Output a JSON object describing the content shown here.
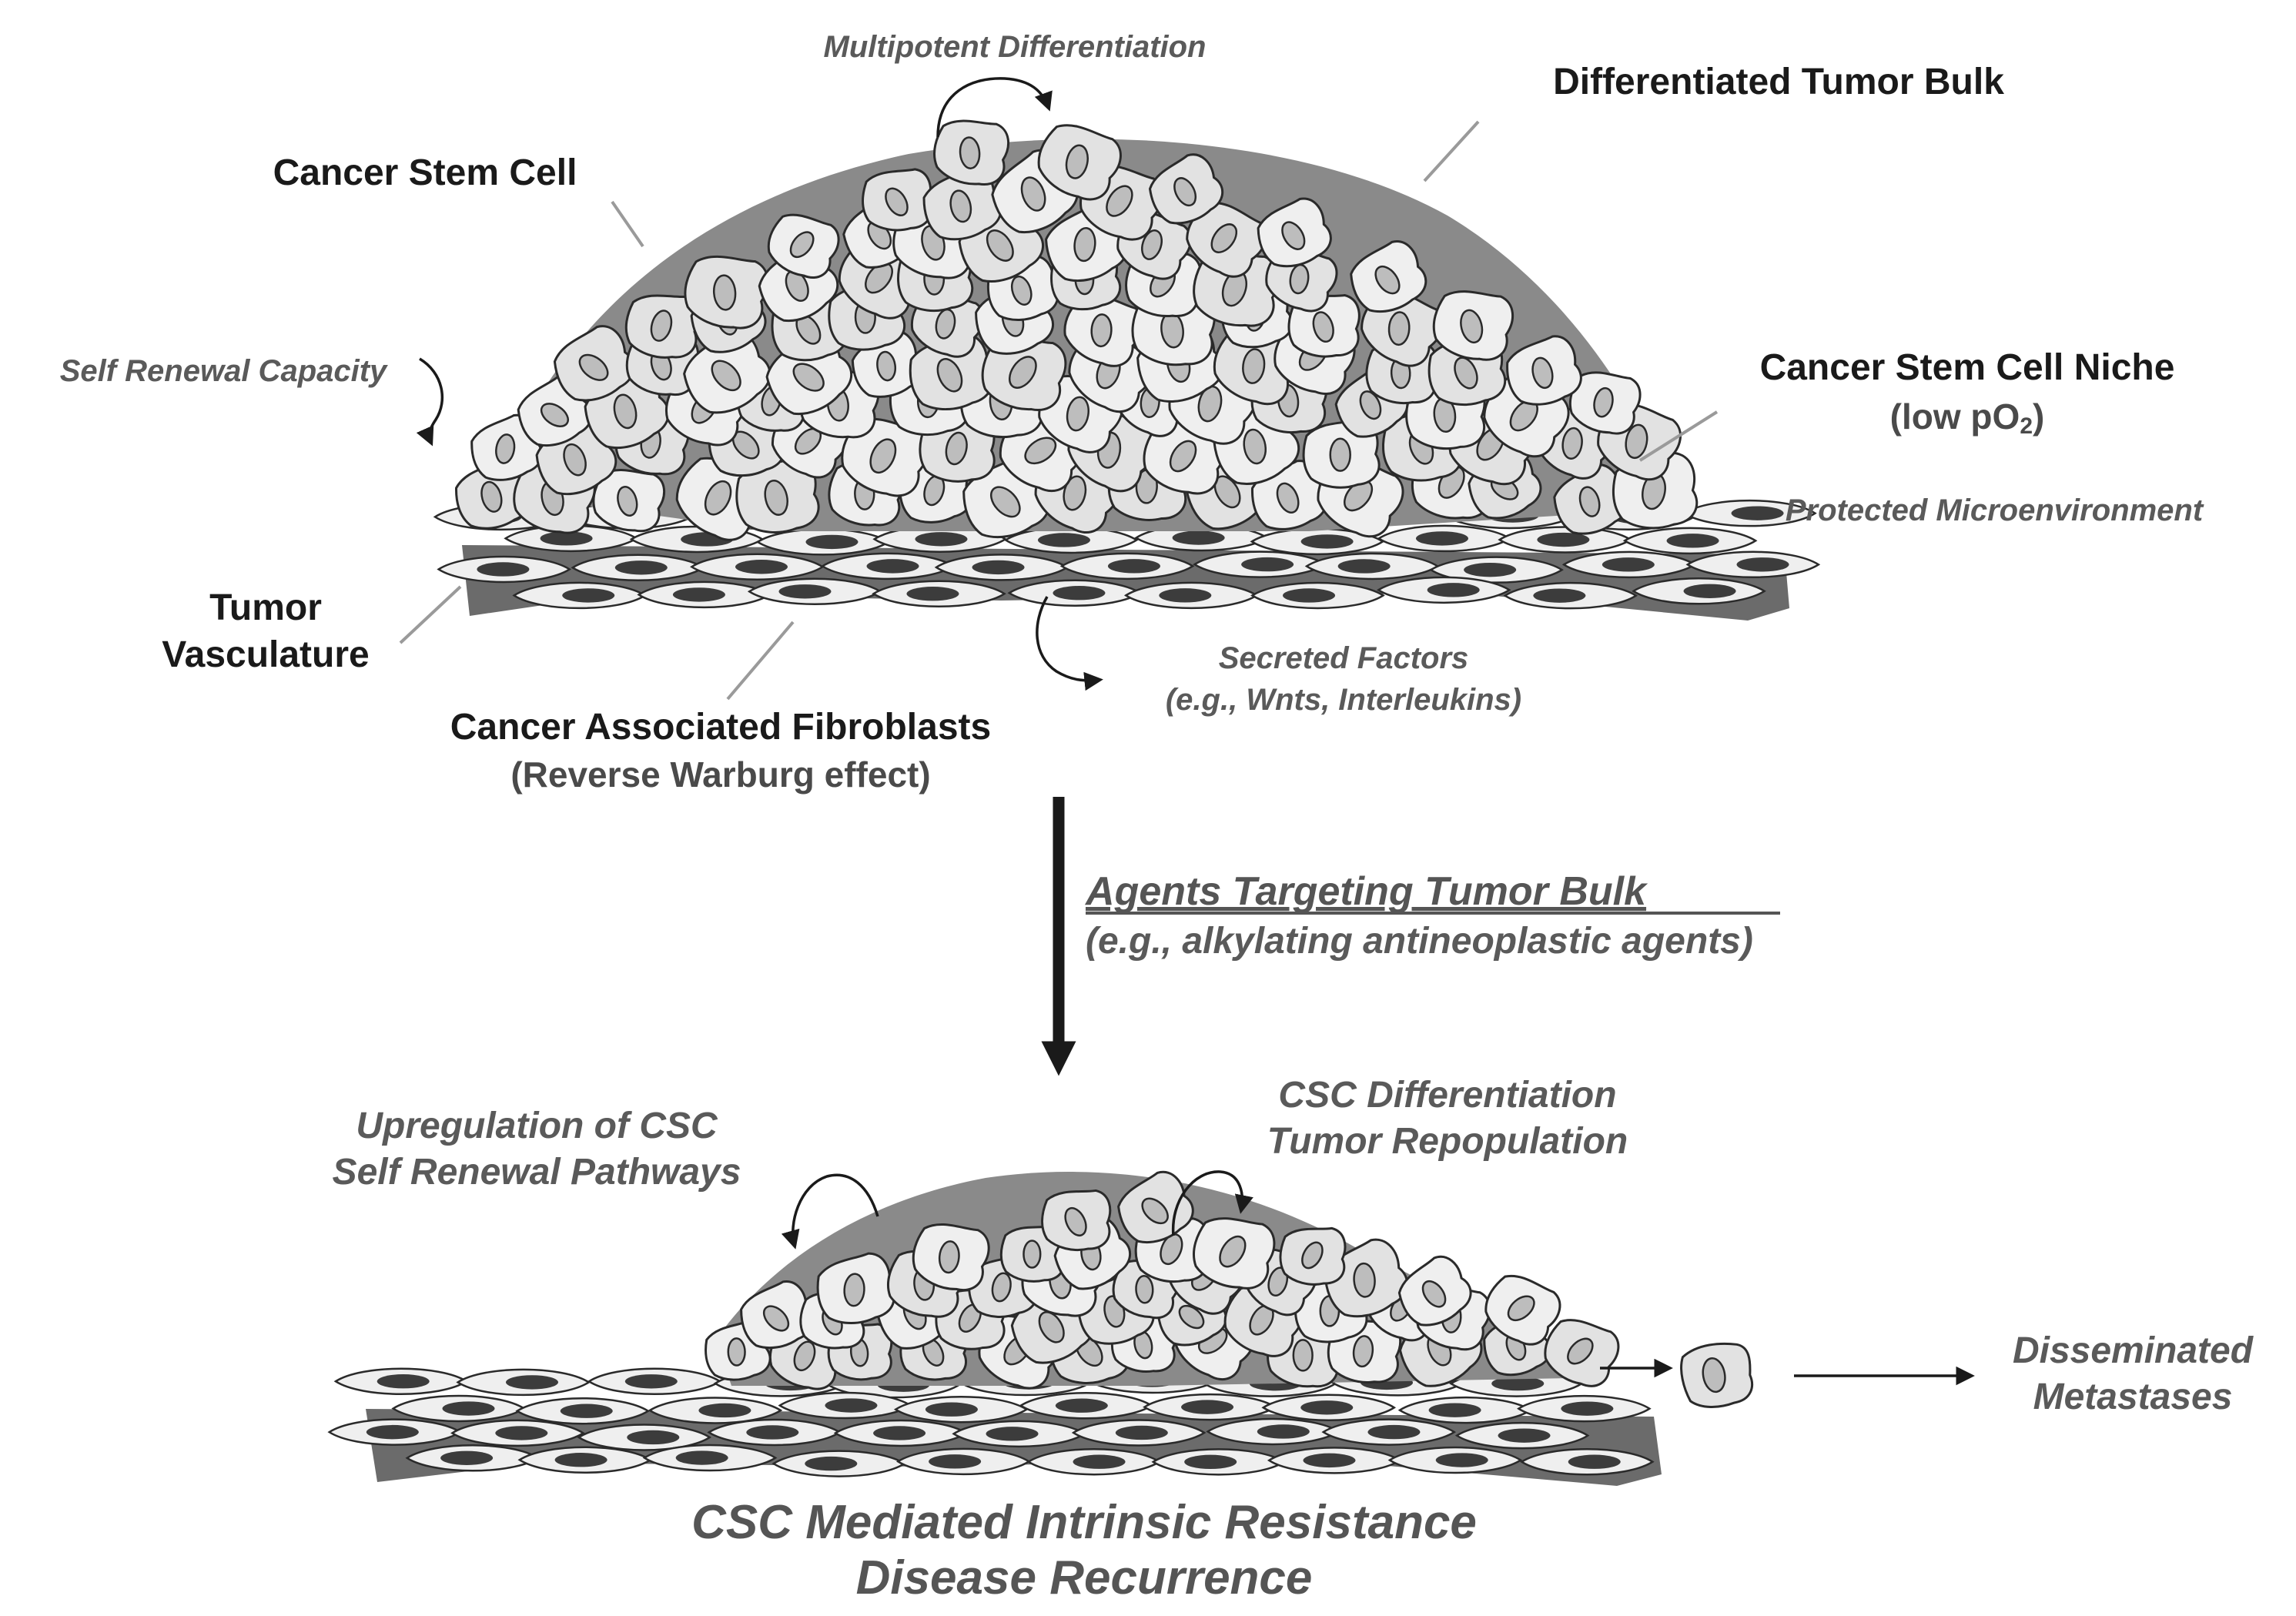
{
  "labels": {
    "multipotent_differentiation": "Multipotent Differentiation",
    "differentiated_tumor_bulk": "Differentiated Tumor Bulk",
    "cancer_stem_cell": "Cancer Stem Cell",
    "self_renewal_capacity": "Self Renewal Capacity",
    "csc_niche": "Cancer Stem Cell Niche",
    "csc_niche_sub_prefix": "(low pO",
    "csc_niche_sub_subscript": "2",
    "csc_niche_sub_suffix": ")",
    "protected_microenvironment": "Protected Microenvironment",
    "tumor_vasculature_line1": "Tumor",
    "tumor_vasculature_line2": "Vasculature",
    "secreted_factors_line1": "Secreted Factors",
    "secreted_factors_line2": "(e.g., Wnts, Interleukins)",
    "caf_line1": "Cancer Associated Fibroblasts",
    "caf_line2": "(Reverse Warburg effect)",
    "agents_title": "Agents Targeting Tumor Bulk",
    "agents_sub": "(e.g., alkylating antineoplastic agents)",
    "upregulation_line1": "Upregulation of CSC",
    "upregulation_line2": "Self Renewal Pathways",
    "csc_diff_line1": "CSC Differentiation",
    "csc_diff_line2": "Tumor Repopulation",
    "disseminated_line1": "Disseminated",
    "disseminated_line2": "Metastases",
    "resistance_line1": "CSC Mediated Intrinsic Resistance",
    "resistance_line2": "Disease Recurrence"
  },
  "colors": {
    "cell_fill": "#e2e2e2",
    "cell_fill_light": "#efefef",
    "cell_stroke": "#2a2a2a",
    "nucleus": "#bdbdbd",
    "dark_nucleus": "#3c3c3c",
    "gap_fill": "#8a8a8a",
    "vessel_fill": "#6b6b6b",
    "leader_line": "#9a9a9a",
    "arrow": "#1a1a1a"
  }
}
